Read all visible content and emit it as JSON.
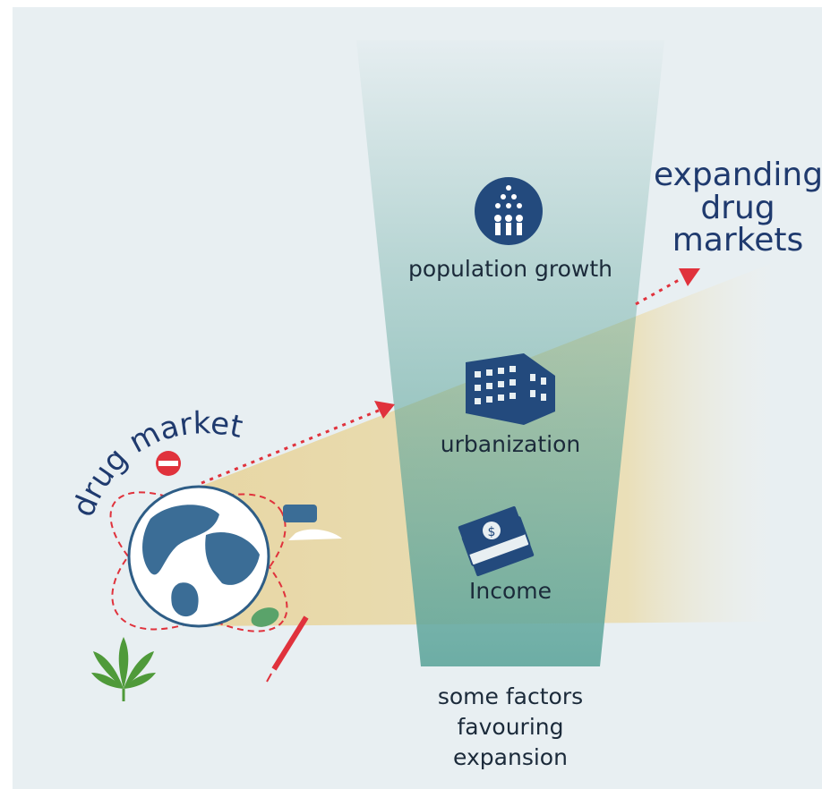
{
  "labels": {
    "drug_market": "drug market",
    "expanding": [
      "expanding",
      "drug",
      "markets"
    ],
    "factors": [
      "population growth",
      "urbanization",
      "Income"
    ],
    "caption": [
      "some factors",
      "favouring",
      "expansion"
    ]
  },
  "colors": {
    "background": "#e8eff2",
    "cone": "#e6d6a4",
    "funnel": "#5fa69c",
    "navy": "#1f3a6e",
    "red": "#e0323c",
    "icon_blue": "#234a7d"
  },
  "icons": [
    "population-icon",
    "building-icon",
    "money-icon",
    "globe-icon",
    "pill-icon",
    "syringe-icon",
    "cannabis-leaf-icon",
    "capsule-icon"
  ]
}
